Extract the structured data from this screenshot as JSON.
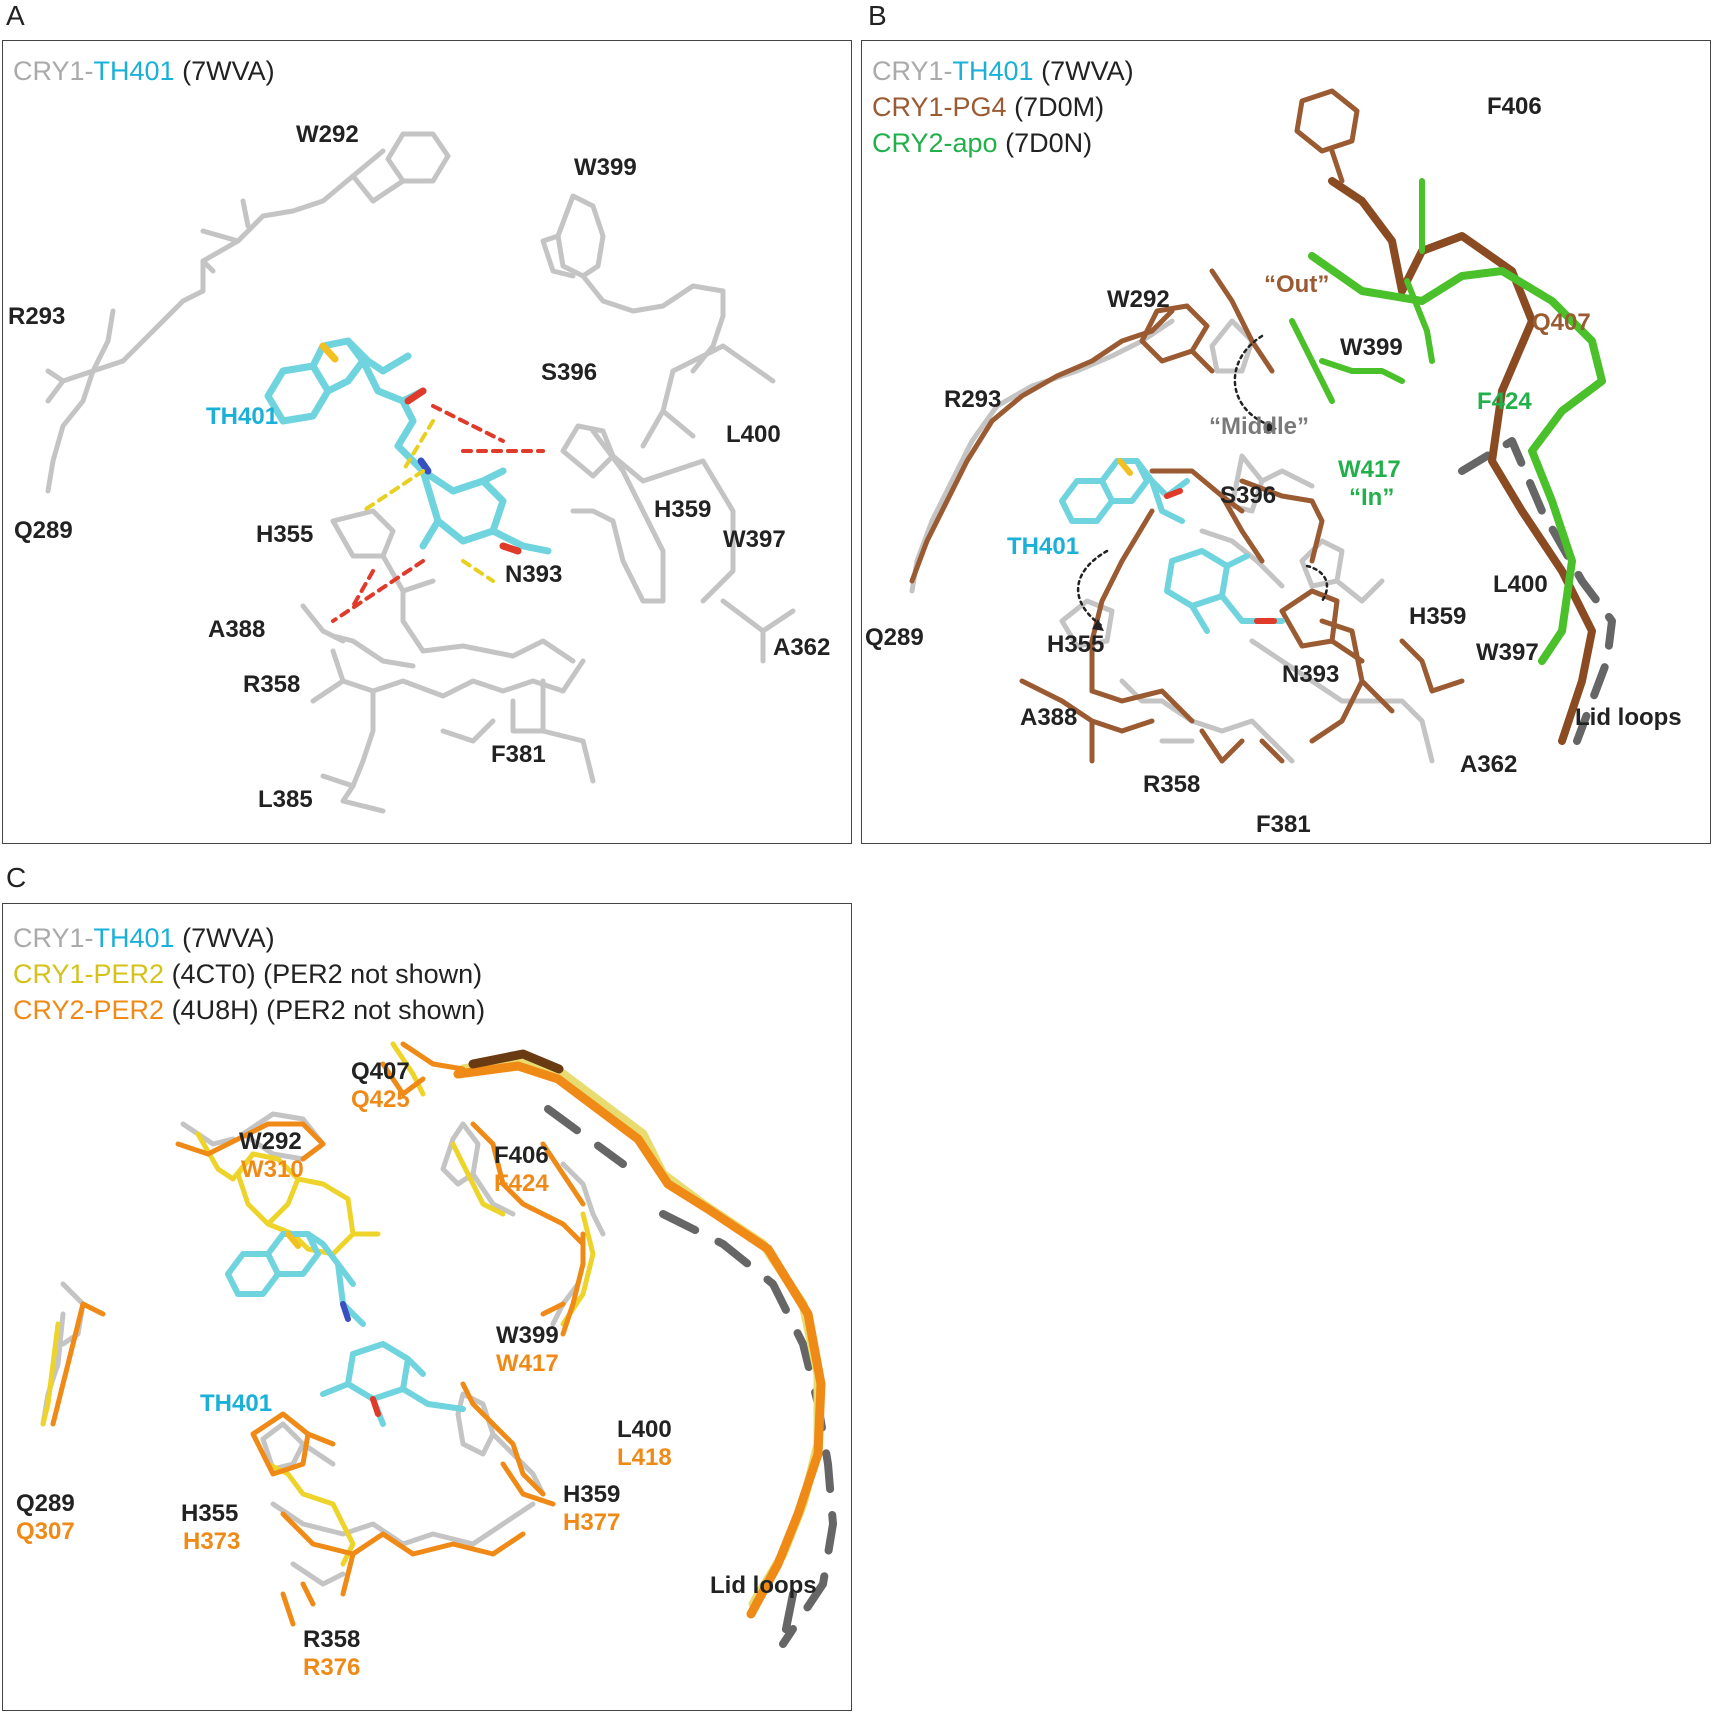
{
  "colors": {
    "gray": "#aaaaaa",
    "teal": "#1ab0d8",
    "brown": "#9a5a32",
    "green": "#22b04a",
    "yellow": "#d4c21a",
    "orange": "#ef8a17",
    "black": "#222222",
    "hbond_red": "#e03a2a",
    "hbond_yellow": "#e8d020"
  },
  "panels": {
    "a": {
      "letter": "A",
      "legend": [
        {
          "parts": [
            "CRY1-",
            "TH401",
            " (7WVA)"
          ]
        }
      ],
      "labels": {
        "w292": "W292",
        "w399": "W399",
        "r293": "R293",
        "th401": "TH401",
        "s396": "S396",
        "l400": "L400",
        "q289": "Q289",
        "h359": "H359",
        "h355": "H355",
        "w397": "W397",
        "n393": "N393",
        "a388": "A388",
        "a362": "A362",
        "r358": "R358",
        "f381": "F381",
        "l385": "L385"
      }
    },
    "b": {
      "letter": "B",
      "legend": [
        {
          "parts": [
            "CRY1-",
            "TH401",
            " (7WVA)"
          ]
        },
        {
          "parts": [
            "CRY1-PG4",
            " (7D0M)"
          ]
        },
        {
          "parts": [
            "CRY2-apo",
            " (7D0N)"
          ]
        }
      ],
      "labels": {
        "f406": "F406",
        "w292": "W292",
        "out": "“Out”",
        "q407": "Q407",
        "w399": "W399",
        "r293": "R293",
        "f424": "F424",
        "middle": "“Middle”",
        "w417": "W417",
        "in": "“In”",
        "s396": "S396",
        "th401": "TH401",
        "l400": "L400",
        "h359": "H359",
        "q289": "Q289",
        "h355": "H355",
        "w397": "W397",
        "n393": "N393",
        "a388": "A388",
        "lid": "Lid loops",
        "a362": "A362",
        "r358": "R358",
        "f381": "F381"
      }
    },
    "c": {
      "letter": "C",
      "legend": [
        {
          "parts": [
            "CRY1-",
            "TH401",
            " (7WVA)"
          ]
        },
        {
          "parts": [
            "CRY1-PER2",
            " (4CT0) (PER2 not shown)"
          ]
        },
        {
          "parts": [
            "CRY2-PER2",
            " (4U8H) (PER2 not shown)"
          ]
        }
      ],
      "labels": {
        "q407": "Q407",
        "q425": "Q425",
        "w292": "W292",
        "w310": "W310",
        "f406": "F406",
        "f424": "F424",
        "w399": "W399",
        "w417": "W417",
        "th401": "TH401",
        "l400": "L400",
        "l418": "L418",
        "q289": "Q289",
        "q307": "Q307",
        "h359": "H359",
        "h377": "H377",
        "h355": "H355",
        "h373": "H373",
        "lid": "Lid loops",
        "r358": "R358",
        "r376": "R376"
      }
    }
  }
}
